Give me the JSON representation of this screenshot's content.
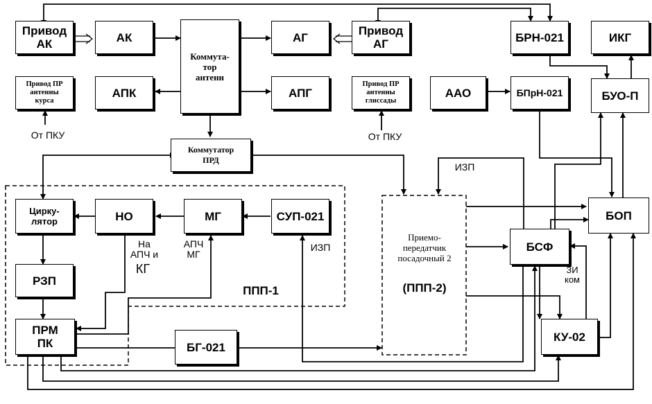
{
  "blocks": {
    "privod_ak": "Привод\nАК",
    "ak": "АК",
    "kommutator_antenn": "Коммута-\nтор\nантенн",
    "ag": "АГ",
    "privod_ag": "Привод\nАГ",
    "brn": "БРН-021",
    "ikg": "ИКГ",
    "privod_pr_kurs": "Привод ПР\nантенны\nкурса",
    "apk": "АПК",
    "apg": "АПГ",
    "privod_pr_gliss": "Привод ПР\nантенны\nглиссады",
    "aao": "ААО",
    "bprn": "БПрН-021",
    "buo": "БУО-П",
    "kommutator_prd": "Коммутатор\nПРД",
    "cirkulyator": "Цирку-\nлятор",
    "no": "НО",
    "mg": "МГ",
    "sup": "СУП-021",
    "bop": "БОП",
    "bsf": "БСФ",
    "rzp": "РЗП",
    "prm_pk": "ПРМ\nПК",
    "bg": "БГ-021",
    "ku": "КУ-02"
  },
  "ppp2": {
    "name": "Приемо-\nпередатчик\nпосадочный 2",
    "code": "(ППП-2)"
  },
  "labels": {
    "ot_pku_1": "От ПКУ",
    "ot_pku_2": "От ПКУ",
    "izp_top": "ИЗП",
    "izp_mid": "ИЗП",
    "na_apch_kg": "На\nАПЧ и",
    "kg": "КГ",
    "apch_mg": "АПЧ\nМГ",
    "ppp1": "ППП-1",
    "zi_kom": "ЗИ\nком"
  }
}
